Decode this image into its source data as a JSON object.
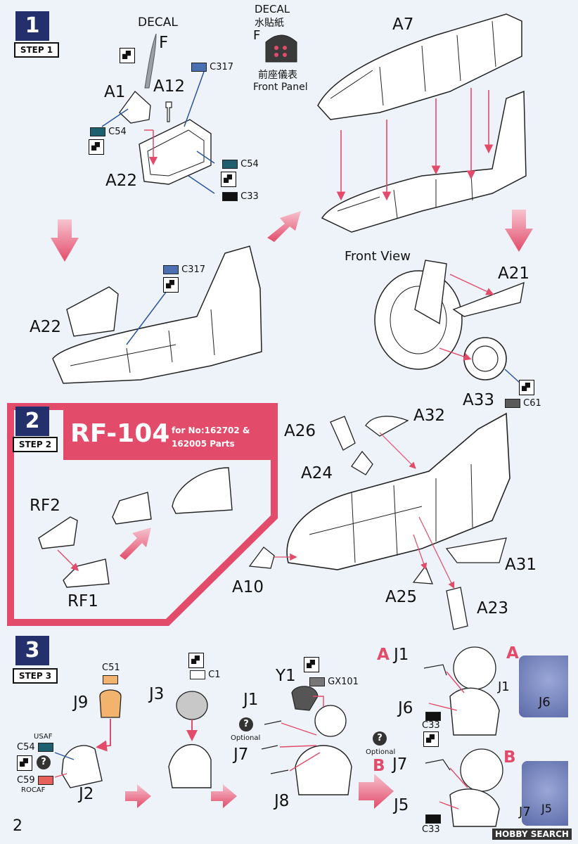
{
  "steps": [
    {
      "number": "1",
      "label": "STEP 1"
    },
    {
      "number": "2",
      "label": "STEP 2"
    },
    {
      "number": "3",
      "label": "STEP 3"
    }
  ],
  "step1": {
    "decal_f": {
      "title": "DECAL",
      "part": "F"
    },
    "decal_panel": {
      "title": "DECAL",
      "title_cn": "水貼紙",
      "part": "F",
      "caption_cn": "前座儀表",
      "caption_en": "Front Panel"
    },
    "parts": {
      "a1": "A1",
      "a12": "A12",
      "a22_top": "A22",
      "a7": "A7",
      "a22_mid": "A22",
      "a21": "A21",
      "a33": "A33"
    },
    "colors": {
      "c317_top": "C317",
      "c54": "C54",
      "c54_b": "C54",
      "c33": "C33",
      "c317_mid": "C317",
      "c61": "C61"
    },
    "front_view": "Front View"
  },
  "step2": {
    "banner_title": "RF-104",
    "banner_sub1": "for No:162702 &",
    "banner_sub2": "162005 Parts",
    "parts": {
      "rf2": "RF2",
      "rf1": "RF1",
      "a26": "A26",
      "a32": "A32",
      "a24": "A24",
      "a10": "A10",
      "a25": "A25",
      "a23": "A23",
      "a31": "A31"
    }
  },
  "step3": {
    "parts": {
      "j9": "J9",
      "j2": "J2",
      "j3": "J3",
      "j1": "J1",
      "y1": "Y1",
      "j7": "J7",
      "j8": "J8",
      "ja_j1": "J1",
      "ja_j6": "J6",
      "jb_j7": "J7",
      "jb_j5": "J5",
      "photo_a_j1": "J1",
      "photo_a_j6": "J6",
      "photo_b_j7": "J7",
      "photo_b_j5": "J5"
    },
    "colors": {
      "c51": "C51",
      "c54": "C54",
      "c59": "C59",
      "c1": "C1",
      "gx101": "GX101",
      "c33_a": "C33",
      "c33_b": "C33"
    },
    "usaf": "USAF",
    "rocaf": "ROCAF",
    "optional": "Optional",
    "optional_b": "Optional",
    "variant_a": "A",
    "variant_b": "B",
    "variant_a_photo": "A",
    "variant_b_photo": "B"
  },
  "footer": {
    "page_number": "2",
    "watermark": "HOBBY SEARCH"
  },
  "palette": {
    "navy": "#23306b",
    "pink": "#e24b6a",
    "c317": "#4a6fb3",
    "c54": "#1d5f6e",
    "c33": "#111111",
    "c61": "#5a5a5a",
    "c51": "#f2b36f",
    "c59": "#e8605a",
    "gx101": "#777777"
  }
}
